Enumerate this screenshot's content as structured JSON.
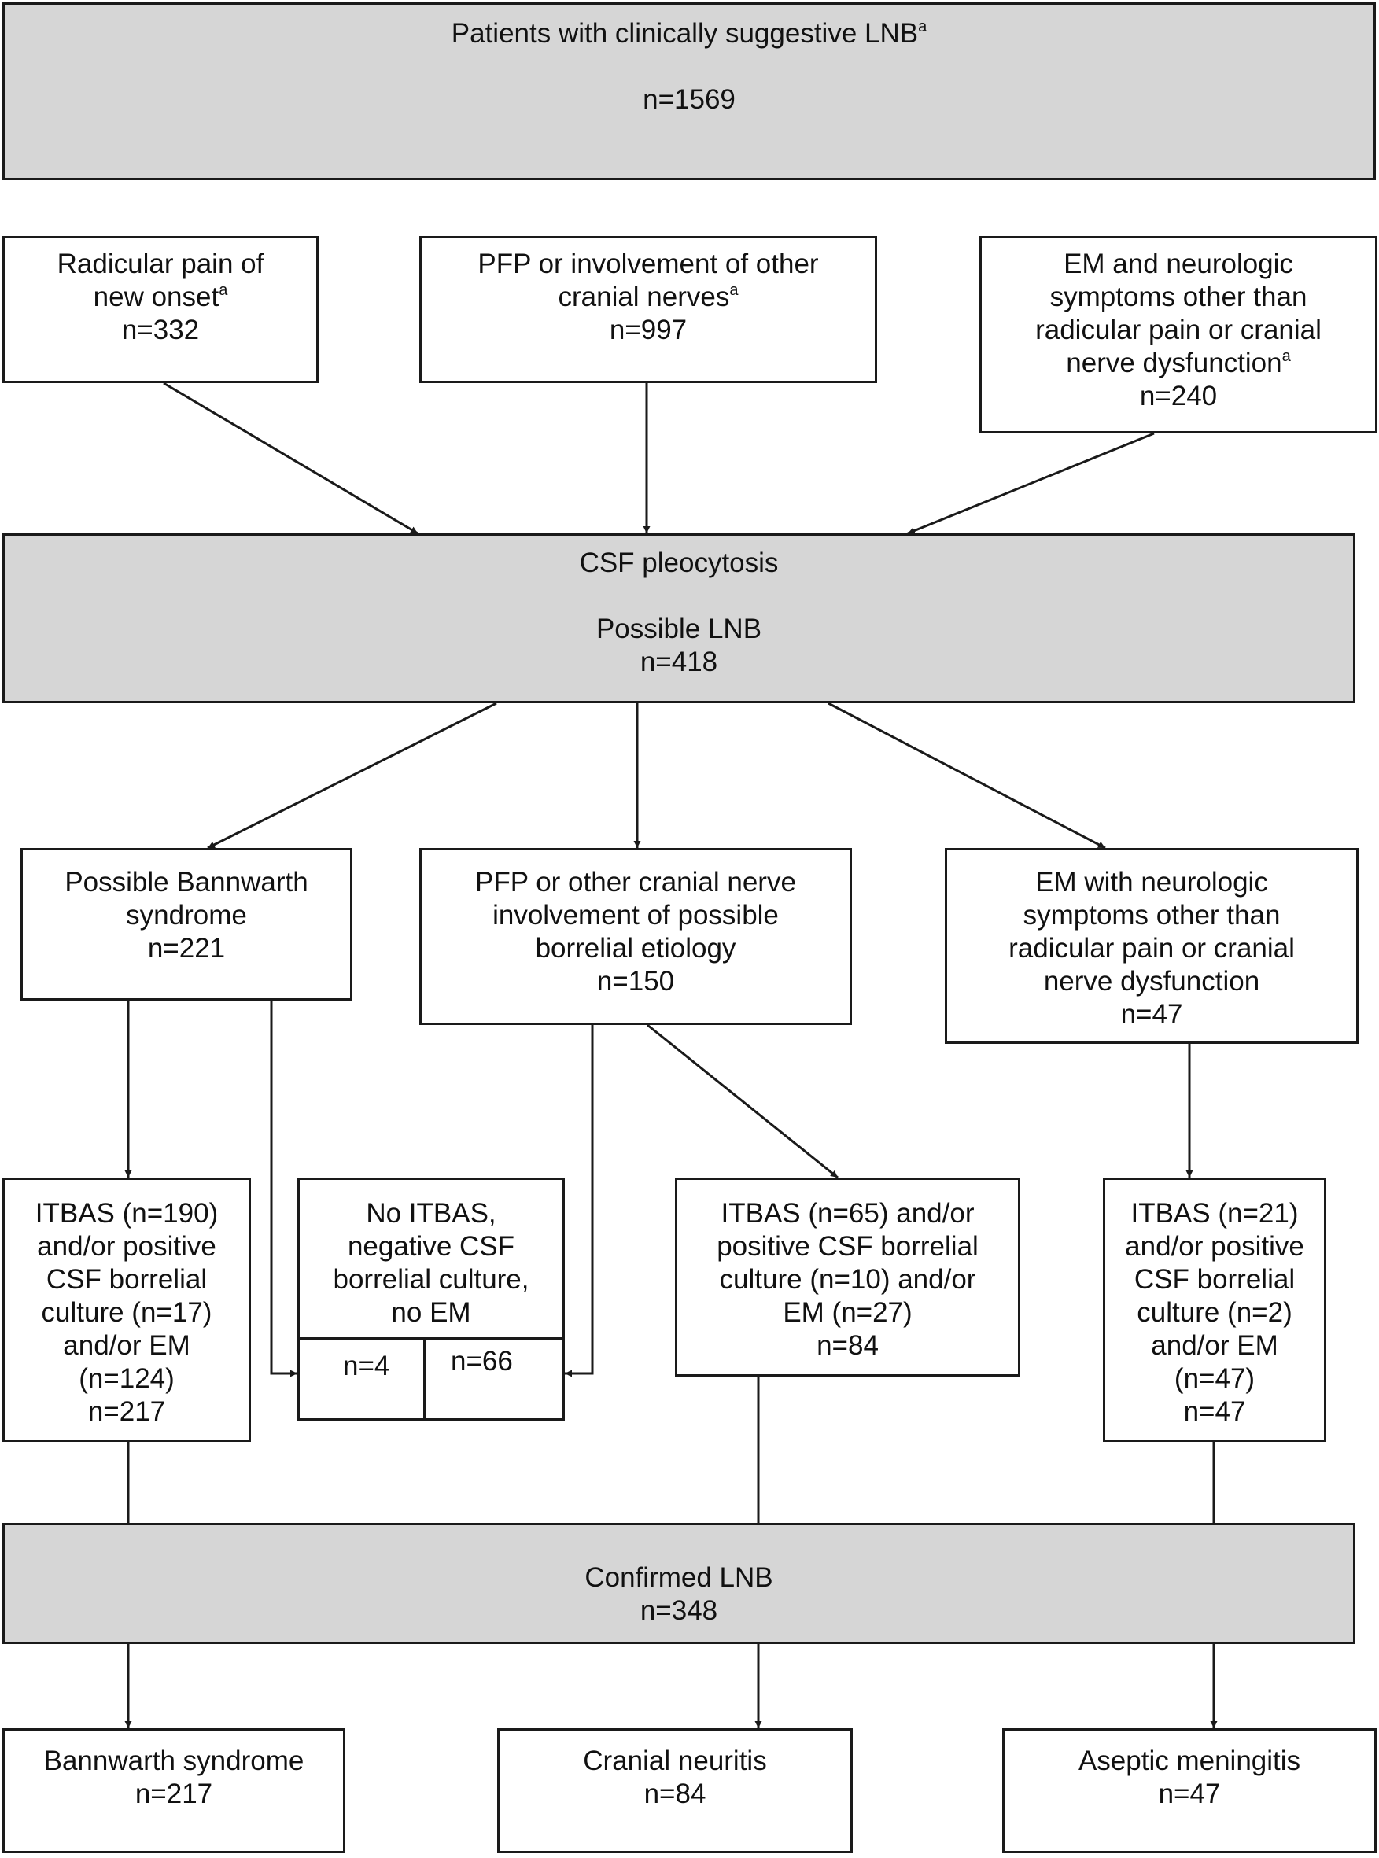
{
  "top": {
    "title": "Patients with clinically suggestive LNB",
    "title_sup": "a",
    "n": "n=1569"
  },
  "symptoms": {
    "radicular": {
      "line1": "Radicular pain of",
      "line2": "new onset",
      "sup": "a",
      "n": "n=332"
    },
    "pfp": {
      "line1": "PFP or involvement of other",
      "line2": "cranial nerves",
      "sup": "a",
      "n": "n=997"
    },
    "em": {
      "line1": "EM and neurologic",
      "line2": "symptoms other than",
      "line3": "radicular pain or cranial",
      "line4": "nerve dysfunction",
      "sup": "a",
      "n": "n=240"
    }
  },
  "csf": {
    "line1": "CSF pleocytosis",
    "line2": "Possible LNB",
    "n": "n=418"
  },
  "possible": {
    "bannwarth": {
      "line1": "Possible Bannwarth",
      "line2": "syndrome",
      "n": "n=221"
    },
    "cranial": {
      "line1": "PFP or other cranial nerve",
      "line2": "involvement of possible",
      "line3": "borrelial etiology",
      "n": "n=150"
    },
    "em": {
      "line1": "EM with neurologic",
      "line2": "symptoms other than",
      "line3": "radicular pain or cranial",
      "line4": "nerve dysfunction",
      "n": "n=47"
    }
  },
  "tests": {
    "left": {
      "lines": [
        "ITBAS (n=190)",
        "and/or positive",
        "CSF borrelial",
        "culture (n=17)",
        "and/or EM",
        "(n=124)",
        "n=217"
      ]
    },
    "negative": {
      "lines": [
        "No ITBAS,",
        "negative CSF",
        "borrelial culture,",
        "no EM"
      ],
      "n_left": "n=4",
      "n_right": "n=66"
    },
    "middle": {
      "lines": [
        "ITBAS (n=65) and/or",
        "positive CSF borrelial",
        "culture (n=10) and/or",
        "EM (n=27)",
        "n=84"
      ]
    },
    "right": {
      "lines": [
        "ITBAS (n=21)",
        "and/or positive",
        "CSF borrelial",
        "culture (n=2)",
        "and/or EM",
        "(n=47)",
        "n=47"
      ]
    }
  },
  "confirmed": {
    "line1": "Confirmed LNB",
    "n": "n=348"
  },
  "outcomes": {
    "bannwarth": {
      "label": "Bannwarth syndrome",
      "n": "n=217"
    },
    "cranial": {
      "label": "Cranial neuritis",
      "n": "n=84"
    },
    "meningitis": {
      "label": "Aseptic meningitis",
      "n": "n=47"
    }
  },
  "colors": {
    "box_gray": "#d6d6d6",
    "stroke": "#1a1a1a"
  }
}
